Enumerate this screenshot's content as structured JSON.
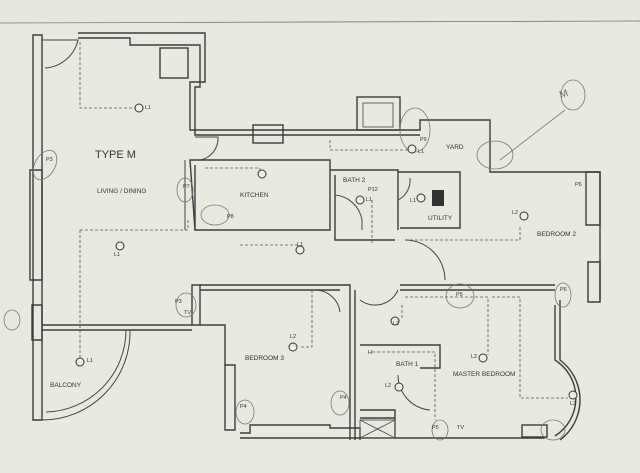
{
  "title": "TYPE M",
  "rooms": {
    "living": "LIVING / DINING",
    "kitchen": "KITCHEN",
    "bath2": "BATH 2",
    "utility": "UTILITY",
    "yard": "YARD",
    "bedroom2": "BEDROOM 2",
    "bedroom3": "BEDROOM 3",
    "bath1": "BATH 1",
    "master": "MASTER BEDROOM",
    "balcony": "BALCONY"
  },
  "fixtures": {
    "l1": "L1",
    "l2": "L2",
    "p3": "P3",
    "p4": "P4",
    "p5": "P5",
    "p6": "P6",
    "p7": "P7",
    "p8": "P8",
    "p9": "P9",
    "p12": "P12",
    "tv": "TV",
    "h": "H"
  },
  "annotations": {
    "m_note": "M"
  }
}
